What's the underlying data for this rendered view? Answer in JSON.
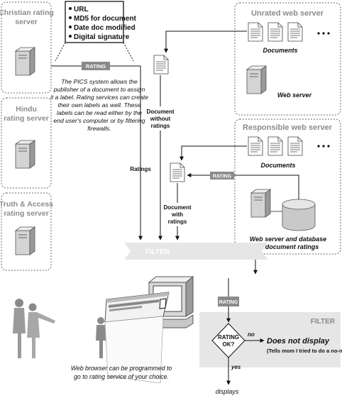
{
  "servers": {
    "christian": [
      "Christian rating",
      "server"
    ],
    "hindu": [
      "Hindu",
      "rating server"
    ],
    "truth_access": [
      "Truth & Access",
      "rating server"
    ]
  },
  "label_fields": {
    "items": [
      "URL",
      "MD5 for document",
      "Date doc modified",
      "Digital signature"
    ],
    "rating_tag": "RATING"
  },
  "description": [
    "The PICS system allows the",
    "publisher of a document to assign",
    "it a label. Rating services can create",
    "their own labels as well. These",
    "labels can be read either by the",
    "end user's computer or by filtering",
    "firewalls."
  ],
  "unrated_server": {
    "title": "Unrated web server",
    "documents_label": "Documents",
    "web_server_label": "Web server"
  },
  "responsible_server": {
    "title": "Responsible web server",
    "documents_label": "Documents",
    "rating_tag": "RATING",
    "caption": [
      "Web server and database",
      "of document ratings"
    ]
  },
  "flow_labels": {
    "doc_without_ratings": [
      "Document",
      "without",
      "ratings"
    ],
    "ratings": "Ratings",
    "doc_with_ratings": [
      "Document",
      "with",
      "ratings"
    ]
  },
  "filter_bar": "FILTER",
  "browser_caption": [
    "Web browser can be programmed to",
    "go to rating service of your choice."
  ],
  "filter_box": {
    "title": "FILTER",
    "rating_tag": "RATING",
    "decision": [
      "RATING",
      "OK?"
    ],
    "no_label": "no",
    "no_result": "Does not display",
    "no_note": "(Tells mom I tried to do a no-no)",
    "yes_label": "yes",
    "result": "displays"
  }
}
